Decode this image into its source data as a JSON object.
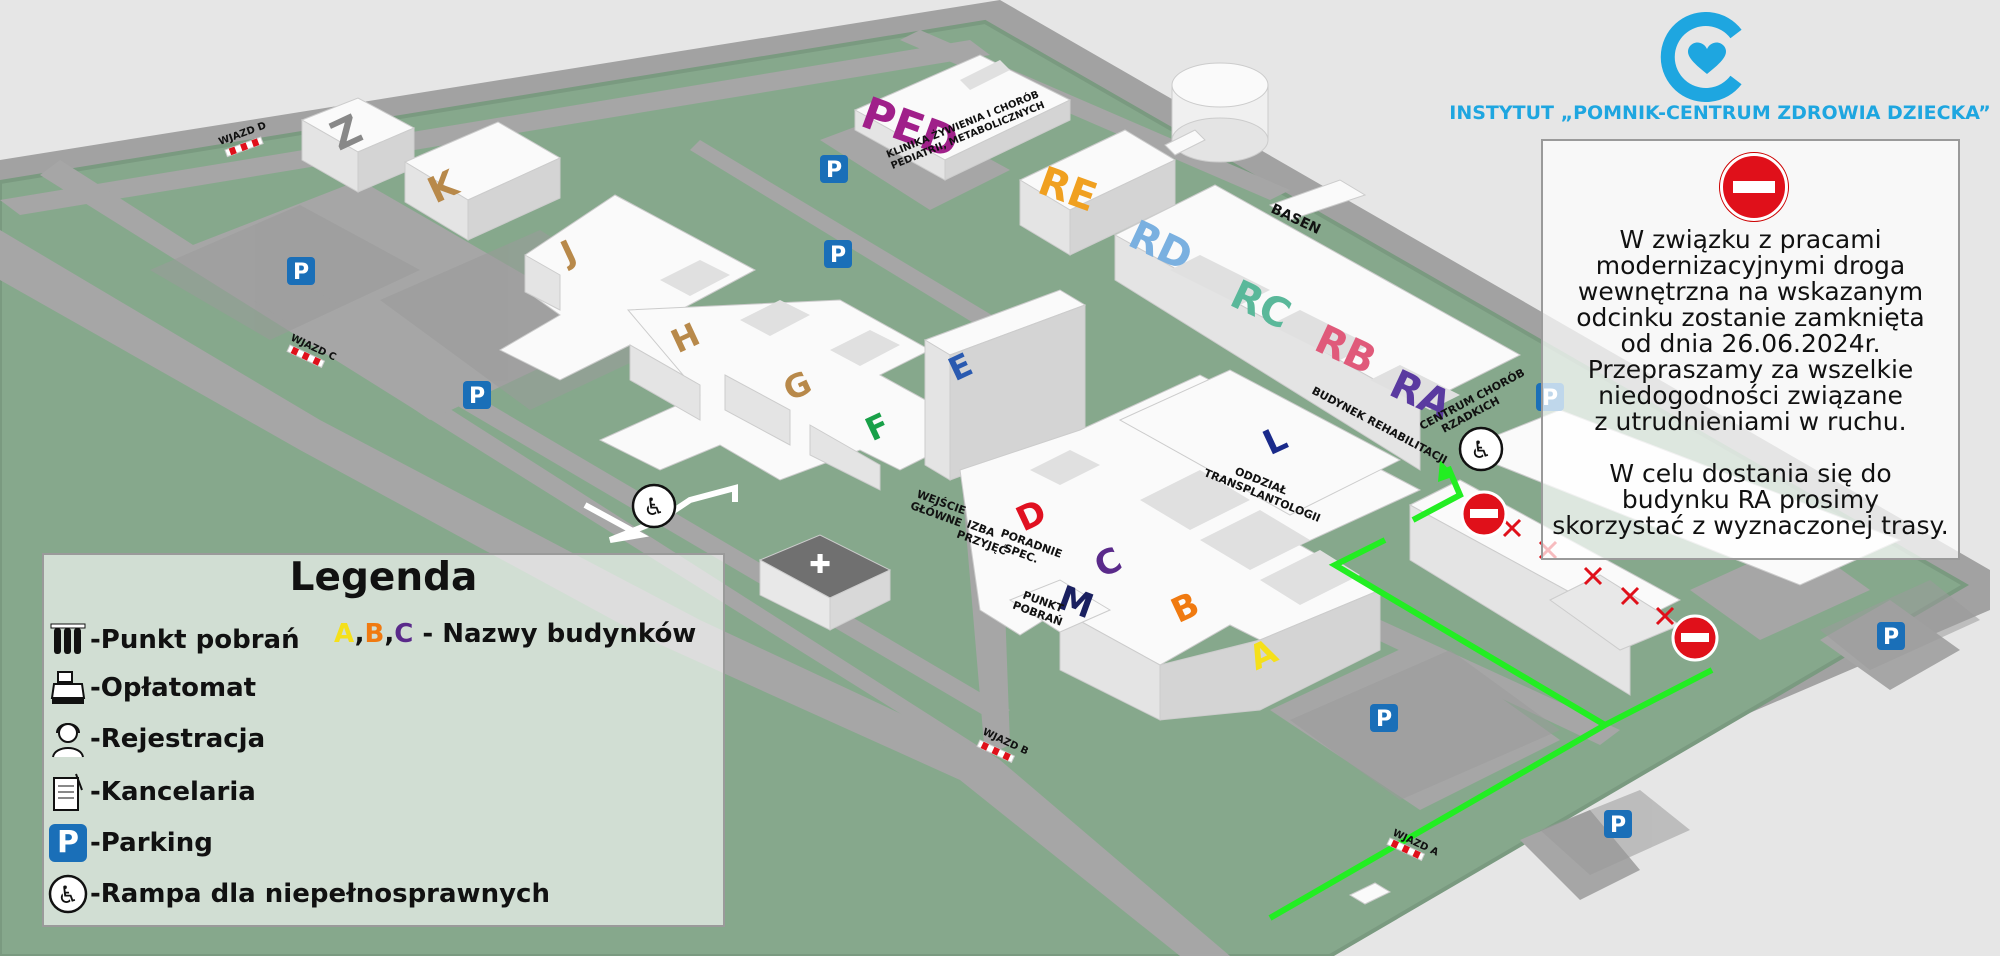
{
  "logo": {
    "institute": "INSTYTUT „POMNIK-CENTRUM ZDROWIA DZIECKA”",
    "brand_color": "#1ea6e0"
  },
  "notice": {
    "text": "W związku z pracami\nmodernizacyjnymi droga\nwewnętrzna na wskazanym\nodcinku zostanie zamknięta\nod dnia 26.06.2024r.\nPrzepraszamy za wszelkie\nniedogodności związane\nz utrudnieniami w ruchu.\n\nW celu dostania się do\nbudynku RA prosimy\nskorzystać z wyznaczonej trasy.",
    "icon": "no-entry-icon"
  },
  "legend": {
    "title": "Legenda",
    "items": [
      {
        "icon": "test-tubes-icon",
        "label": "-Punkt pobrań"
      },
      {
        "icon": "cash-register-icon",
        "label": "-Opłatomat"
      },
      {
        "icon": "receptionist-icon",
        "label": "-Rejestracja"
      },
      {
        "icon": "document-icon",
        "label": "-Kancelaria"
      },
      {
        "icon": "parking-icon",
        "label": "-Parking"
      },
      {
        "icon": "wheelchair-icon",
        "label": "-Rampa dla niepełnosprawnych"
      }
    ],
    "names": {
      "a": "A",
      "b": "B",
      "c": "C",
      "text": " - Nazwy budynków"
    }
  },
  "parking_label": "P",
  "buildings": {
    "Z": "Z",
    "K": "K",
    "J": "J",
    "H": "H",
    "G": "G",
    "F": "F",
    "E": "E",
    "PED": "PED",
    "RE": "RE",
    "RD": "RD",
    "RC": "RC",
    "RB": "RB",
    "RA": "RA",
    "L": "L",
    "D": "D",
    "C": "C",
    "B": "B",
    "A": "A",
    "M": "M"
  },
  "labels": {
    "ped_line1": "KLINIKA ŻYWIENIA I CHORÓB",
    "ped_line2": "PEDIATRII, METABOLICZNYCH",
    "basen": "BASEN",
    "budynek_rehab": "BUDYNEK REHABILITACJI",
    "centrum_line1": "CENTRUM CHORÓB",
    "centrum_line2": "RZADKICH",
    "oddzial_line1": "ODDZIAŁ",
    "oddzial_line2": "TRANSPLANTOLOGII",
    "wejscie_line1": "WEJŚCIE",
    "wejscie_line2": "GŁÓWNE",
    "izba_line1": "IZBA",
    "izba_line2": "PRZYJĘĆ",
    "poradnie_line1": "PORADNIE",
    "poradnie_line2": "SPEC.",
    "punkt_line1": "PUNKT",
    "punkt_line2": "POBRAŃ",
    "wjazd_a": "WJAZD A",
    "wjazd_b": "WJAZD B",
    "wjazd_c": "WJAZD C",
    "wjazd_d": "WJAZD D"
  },
  "colors": {
    "ground": "#e6e6e6",
    "lawn": "#86a88c",
    "road": "#a6a6a6",
    "route": "#22ee22",
    "parking": "#1a6fb8",
    "closed": "#e0101a",
    "letter_A": "#f5e01a",
    "letter_B": "#f07a10",
    "letter_C": "#5a2a8a",
    "letter_D": "#e01020",
    "letter_F": "#18a048",
    "letter_E": "#2a5ab0",
    "letter_L": "#1a2a8a",
    "letter_M": "#1a2060",
    "letter_K": "#b8894a",
    "letter_J": "#b8894a",
    "letter_H": "#b8894a",
    "letter_G": "#b8894a",
    "letter_Z": "#888888",
    "letter_PED": "#a0208a",
    "letter_RE": "#f0a020",
    "letter_RD": "#7ab0e0",
    "letter_RC": "#5ab89a",
    "letter_RB": "#e05a7a",
    "letter_RA": "#5a3aa0"
  }
}
